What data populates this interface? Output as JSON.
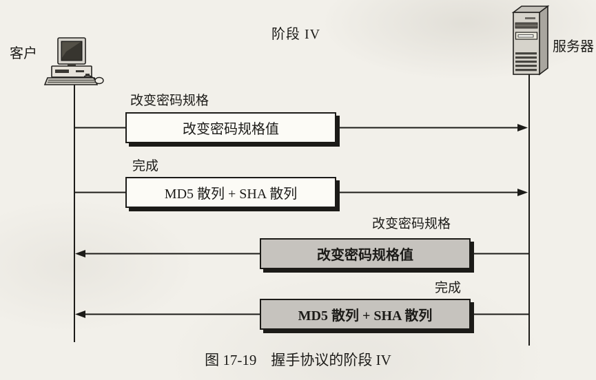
{
  "phase_title": "阶段 IV",
  "actors": {
    "client": "客户",
    "server": "服务器"
  },
  "messages": [
    {
      "label": "改变密码规格",
      "content": "改变密码规格值",
      "direction": "client-to-server"
    },
    {
      "label": "完成",
      "content": "MD5 散列 + SHA 散列",
      "direction": "client-to-server"
    },
    {
      "label": "改变密码规格",
      "content": "改变密码规格值",
      "direction": "server-to-client"
    },
    {
      "label": "完成",
      "content": "MD5 散列 + SHA 散列",
      "direction": "server-to-client"
    }
  ],
  "caption": "图 17-19　握手协议的阶段 IV",
  "colors": {
    "paper": "#f2f0ea",
    "ink": "#1c1b18",
    "box_white": "#fcfbf6",
    "box_gray": "#c6c3be"
  }
}
